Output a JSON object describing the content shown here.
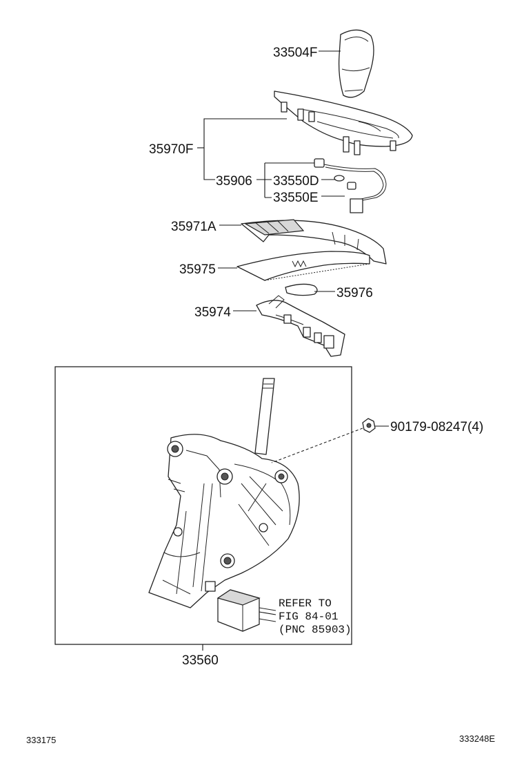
{
  "parts": {
    "knob": "33504F",
    "bezel_assy": "35970F",
    "sub_assy": "35906",
    "lamp_d": "33550D",
    "lamp_e": "33550E",
    "indicator": "35971A",
    "cover": "35975",
    "plate": "35976",
    "housing": "35974",
    "nut": "90179-08247(4)",
    "lever_assy": "33560"
  },
  "refer_note": {
    "line1": "REFER TO",
    "line2": "FIG 84-01",
    "line3": "(PNC 85903)"
  },
  "footer": {
    "left_code": "333175",
    "right_code": "333248E"
  }
}
